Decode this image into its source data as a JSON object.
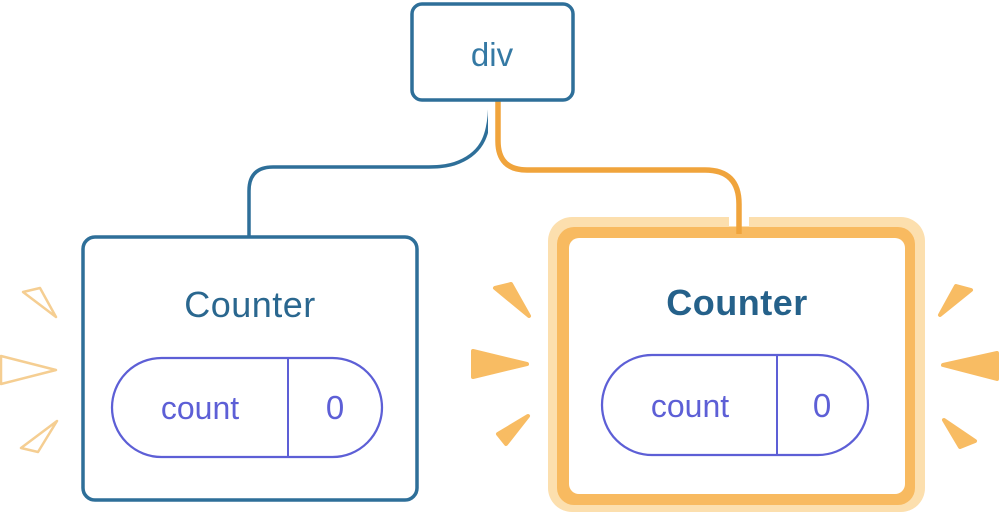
{
  "diagram": {
    "root": {
      "label": "div"
    },
    "left_counter": {
      "title": "Counter",
      "state_key": "count",
      "state_value": "0",
      "highlighted": false
    },
    "right_counter": {
      "title": "Counter",
      "state_key": "count",
      "state_value": "0",
      "highlighted": true
    }
  },
  "colors": {
    "blue": "#2E6F99",
    "blue_text": "#3579A4",
    "title_blue": "#2A678F",
    "purple": "#5D5FD6",
    "orange_core": "#F0A43C",
    "orange_ring": "#F8BA60",
    "orange_glow": "#FCDFAE",
    "orange_spark": "#F8BC63",
    "card_background": "#FFFFFF"
  }
}
